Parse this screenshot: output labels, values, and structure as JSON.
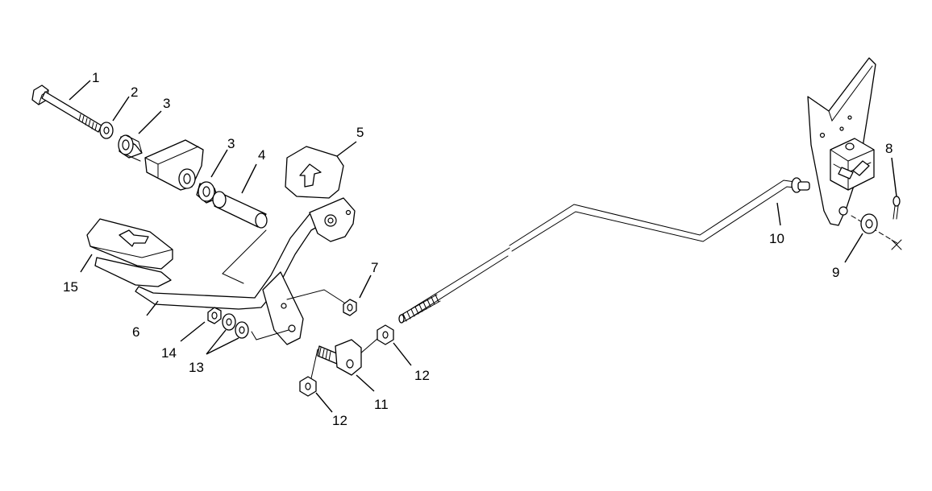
{
  "callouts": [
    {
      "id": "c1",
      "number": "1",
      "part": "bolt"
    },
    {
      "id": "c2",
      "number": "2",
      "part": "washer"
    },
    {
      "id": "c3a",
      "number": "3",
      "part": "bushing"
    },
    {
      "id": "c3b",
      "number": "3",
      "part": "bushing"
    },
    {
      "id": "c4",
      "number": "4",
      "part": "spacer"
    },
    {
      "id": "c5",
      "number": "5",
      "part": "pedal-pad-forward"
    },
    {
      "id": "c6",
      "number": "6",
      "part": "pedal-arm"
    },
    {
      "id": "c7",
      "number": "7",
      "part": "nut"
    },
    {
      "id": "c8",
      "number": "8",
      "part": "cotter-pin"
    },
    {
      "id": "c9",
      "number": "9",
      "part": "washer"
    },
    {
      "id": "c10",
      "number": "10",
      "part": "control-rod"
    },
    {
      "id": "c11",
      "number": "11",
      "part": "rod-end"
    },
    {
      "id": "c12a",
      "number": "12",
      "part": "nut"
    },
    {
      "id": "c12b",
      "number": "12",
      "part": "nut"
    },
    {
      "id": "c13",
      "number": "13",
      "part": "washers"
    },
    {
      "id": "c14",
      "number": "14",
      "part": "nut"
    },
    {
      "id": "c15",
      "number": "15",
      "part": "pedal-pad-reverse"
    }
  ]
}
